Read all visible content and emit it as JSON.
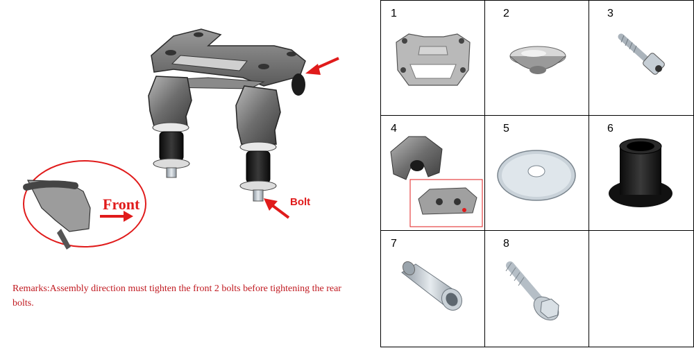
{
  "labels": {
    "front": "Front",
    "bolt": "Bolt"
  },
  "remarks": "Remarks:Assembly direction must tighten the front 2 bolts before tightening the rear bolts.",
  "parts": [
    {
      "number": "1"
    },
    {
      "number": "2"
    },
    {
      "number": "3"
    },
    {
      "number": "4"
    },
    {
      "number": "5"
    },
    {
      "number": "6"
    },
    {
      "number": "7"
    },
    {
      "number": "8"
    },
    {
      "number": ""
    }
  ],
  "colors": {
    "accent_red": "#e01b1b",
    "remarks_red": "#c0181f"
  }
}
